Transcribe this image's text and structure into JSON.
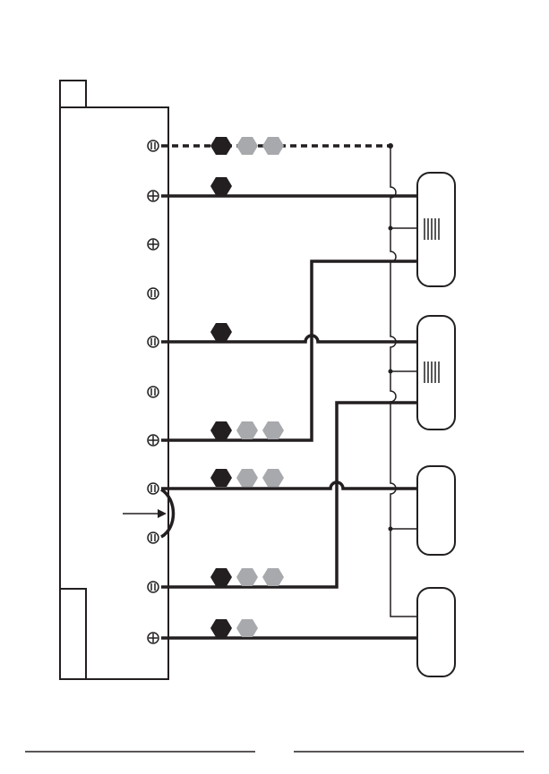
{
  "diagram": {
    "terminals": [
      {
        "id": "t1",
        "screw": "slotted"
      },
      {
        "id": "t2",
        "screw": "cross"
      },
      {
        "id": "t3",
        "screw": "cross"
      },
      {
        "id": "t4",
        "screw": "slotted"
      },
      {
        "id": "t5",
        "screw": "slotted"
      },
      {
        "id": "t6",
        "screw": "slotted"
      },
      {
        "id": "t7",
        "screw": "cross"
      },
      {
        "id": "t8",
        "screw": "slotted"
      },
      {
        "id": "t9",
        "screw": "slotted"
      },
      {
        "id": "t10",
        "screw": "slotted"
      },
      {
        "id": "t11",
        "screw": "cross"
      }
    ],
    "hex_markers": [
      {
        "terminal": "t1",
        "pattern": [
          "dark",
          "light",
          "light"
        ]
      },
      {
        "terminal": "t2",
        "pattern": [
          "dark"
        ]
      },
      {
        "terminal": "t5",
        "pattern": [
          "dark"
        ]
      },
      {
        "terminal": "t7",
        "pattern": [
          "dark",
          "light",
          "light"
        ]
      },
      {
        "terminal": "t8",
        "pattern": [
          "dark",
          "light",
          "light"
        ]
      },
      {
        "terminal": "t10",
        "pattern": [
          "dark",
          "light",
          "light"
        ]
      },
      {
        "terminal": "t11",
        "pattern": [
          "dark",
          "light"
        ]
      }
    ],
    "devices": [
      {
        "id": "device-1",
        "has_grille": true
      },
      {
        "id": "device-2",
        "has_grille": true
      },
      {
        "id": "device-3",
        "has_grille": false
      },
      {
        "id": "device-4",
        "has_grille": false
      }
    ],
    "jumper": {
      "from": "t8",
      "to": "t9",
      "indicated_by_arrow": true
    },
    "colors": {
      "line": "#231f20",
      "hex_dark": "#231f20",
      "hex_light": "#a7a9ac",
      "background": "#ffffff"
    }
  }
}
